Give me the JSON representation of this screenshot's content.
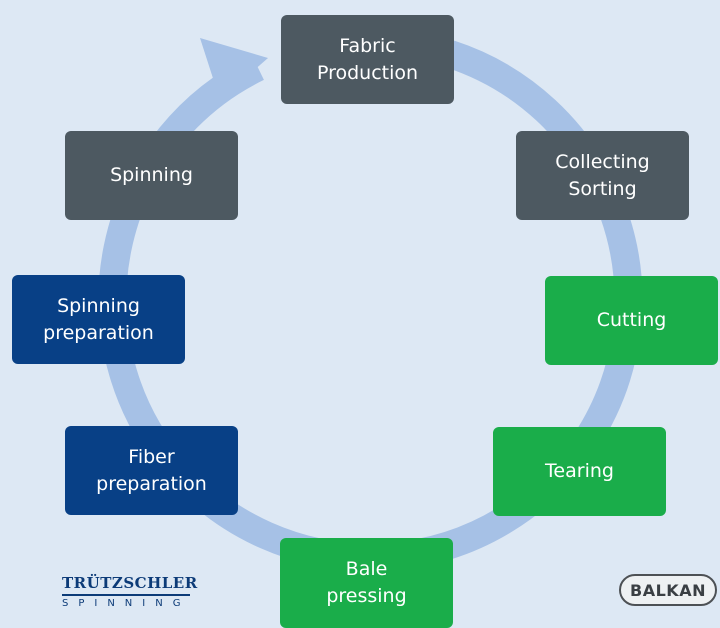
{
  "nodes": {
    "fabric_production": [
      "Fabric",
      "Production"
    ],
    "collecting_sorting": [
      "Collecting",
      "Sorting"
    ],
    "cutting": [
      "Cutting"
    ],
    "tearing": [
      "Tearing"
    ],
    "bale_pressing": [
      "Bale",
      "pressing"
    ],
    "fiber_preparation": [
      "Fiber",
      "preparation"
    ],
    "spinning_preparation": [
      "Spinning",
      "preparation"
    ],
    "spinning": [
      "Spinning"
    ]
  },
  "logos": {
    "trutzschler_name": "TRÜTZSCHLER",
    "trutzschler_sub": "SPINNING",
    "balkan": "BALKAN"
  },
  "colors": {
    "background": "#dde8f4",
    "arrow": "#a6c1e6",
    "gray_node": "#4d5961",
    "blue_node": "#084086",
    "green_node": "#1aad4a"
  }
}
